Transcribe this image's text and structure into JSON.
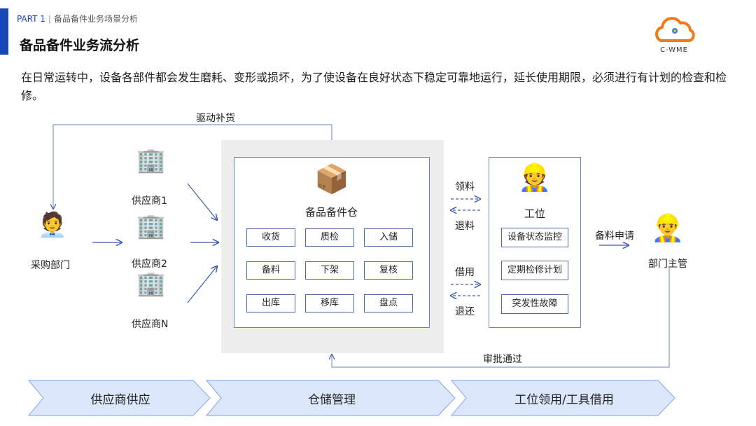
{
  "header": {
    "part": "PART 1",
    "part_subtitle": "备品备件业务场景分析",
    "title": "备品备件业务流分析",
    "intro": "在日常运转中，设备各部件都会发生磨耗、变形或损坏，为了使设备在良好状态下稳定可靠地运行，延长使用期限，必须进行有计划的检查和检修。"
  },
  "logo": {
    "text": "C-WME"
  },
  "flow": {
    "replenish_label": "驱动补货",
    "purchase_label": "采购部门",
    "suppliers": [
      "供应商1",
      "供应商2",
      "供应商N"
    ],
    "warehouse": {
      "title": "备品备件仓",
      "operations": [
        "收货",
        "质检",
        "入储",
        "备料",
        "下架",
        "复核",
        "出库",
        "移库",
        "盘点"
      ]
    },
    "exchange_top": [
      "领料",
      "退料"
    ],
    "exchange_bottom": [
      "借用",
      "退还"
    ],
    "workstation": {
      "title": "工位",
      "items": [
        "设备状态监控",
        "定期检修计划",
        "突发性故障"
      ]
    },
    "request_label": "备料申请",
    "manager_label": "部门主管",
    "approve_label": "审批通过"
  },
  "phases": [
    "供应商供应",
    "仓储管理",
    "工位领用/工具借用"
  ],
  "colors": {
    "accent": "#1646b8",
    "chevron": "#dde7fb",
    "chevron_border": "#8fb0ea",
    "line": "#3a5bb0"
  }
}
